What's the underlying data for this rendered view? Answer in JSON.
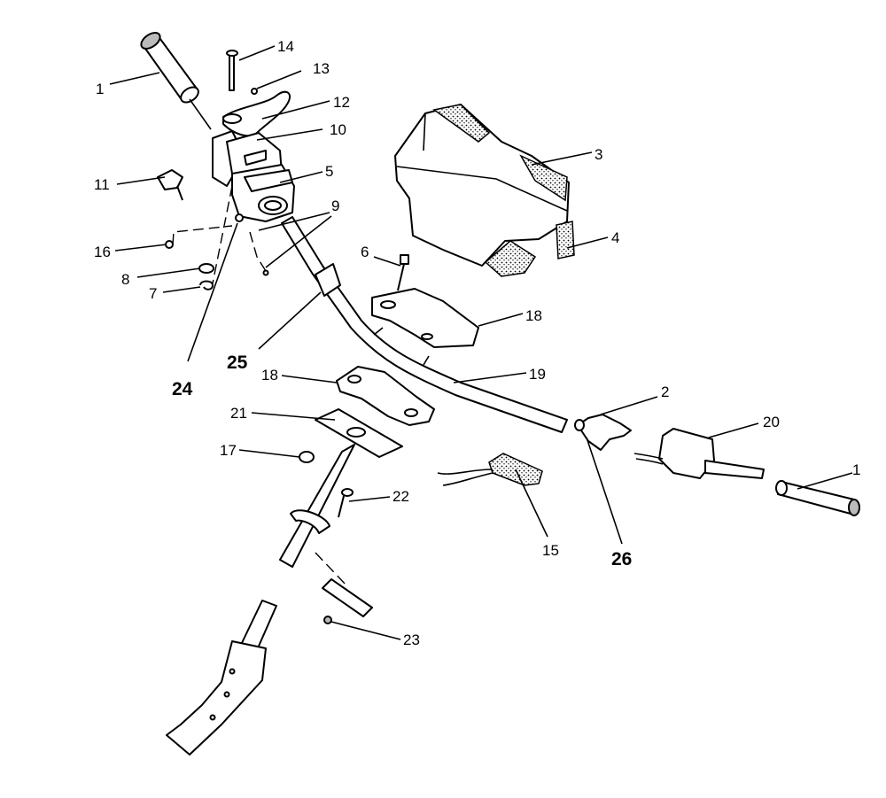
{
  "diagram": {
    "labels": {
      "grip_left": "1",
      "grip_right": "1",
      "cable_bracket": "2",
      "headlight_housing": "3",
      "housing_pad": "4",
      "left_switch": "5",
      "clamp_bolt": "6",
      "clip": "7",
      "washer": "8",
      "screws": "9",
      "brake_lever_block": "10",
      "adjuster": "11",
      "brake_lever": "12",
      "cotter_pin": "13",
      "pivot_pin": "14",
      "wire_harness_grip": "15",
      "nut_16": "16",
      "nut_17": "17",
      "upper_clamp": "18",
      "lower_clamp": "18",
      "handlebar": "19",
      "throttle_housing": "20",
      "steering_plate": "21",
      "bolt_22": "22",
      "pin_23": "23",
      "callout_24": "24",
      "callout_25": "25",
      "callout_26": "26"
    }
  }
}
